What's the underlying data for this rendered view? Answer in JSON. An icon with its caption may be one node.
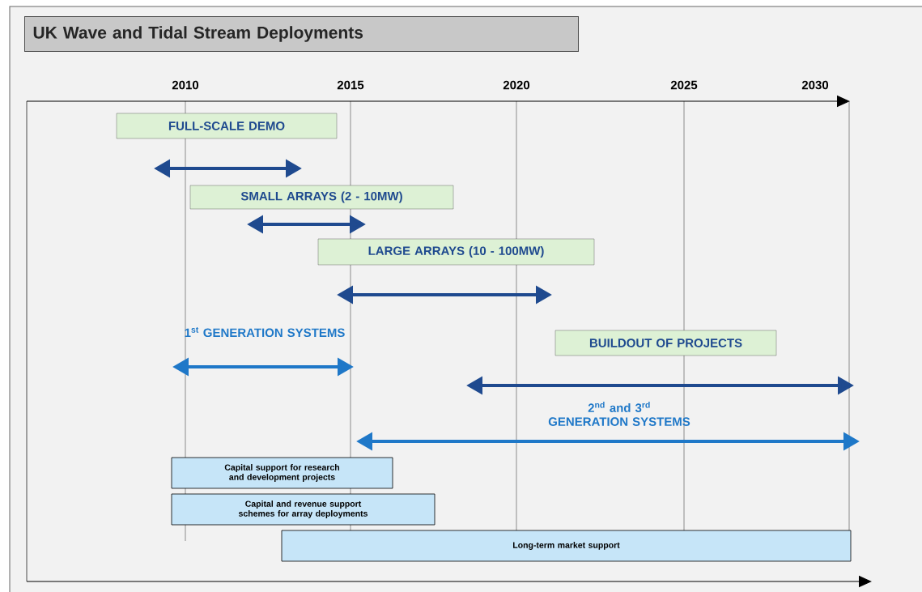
{
  "diagram": {
    "title": "UK Wave and Tidal Stream Deployments",
    "nodes": [
      {
        "text": [
          "FULL-SCALE DEMO"
        ]
      },
      {
        "text": [
          "SMALL ARRAYS (2 - 10MW)"
        ]
      },
      {
        "text": [
          "LARGE ARRAYS (10 - 100MW)"
        ]
      },
      {
        "text": [
          "BUILDOUT OF PROJECTS"
        ]
      },
      {
        "text": [
          "Capital support for research and development projects"
        ]
      },
      {
        "text": [
          "Capital and revenue support schemes for array deployments"
        ]
      },
      {
        "text": [
          "Long-term market support"
        ]
      }
    ],
    "labels": [
      "2010",
      "2015",
      "2020",
      "2025",
      "2030",
      "1$^{st}$ GENERATION SYSTEMS",
      "2$^{nd}$ and 3$^{rd}$ GENERATION SYSTEMS"
    ]
  }
}
